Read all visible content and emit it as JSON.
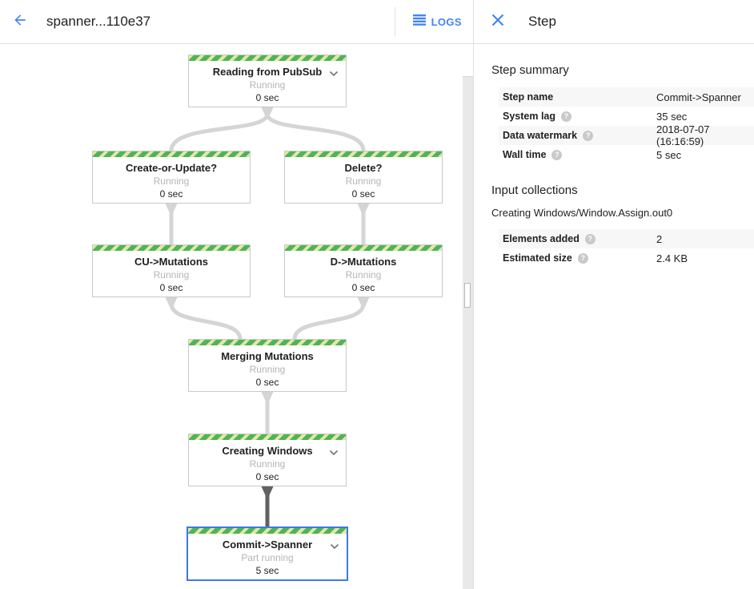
{
  "header": {
    "back_icon": "arrow-left-icon",
    "title": "spanner...110e37",
    "logs_button": {
      "icon": "logs-list-icon",
      "label": "LOGS"
    }
  },
  "panel": {
    "close_icon": "close-icon",
    "title": "Step",
    "step_summary": {
      "heading": "Step summary",
      "rows": [
        {
          "label": "Step name",
          "value": "Commit->Spanner"
        },
        {
          "label": "System lag",
          "value": "35 sec"
        },
        {
          "label": "Data watermark",
          "value": "2018-07-07 (16:16:59)"
        },
        {
          "label": "Wall time",
          "value": "5 sec"
        }
      ]
    },
    "input_collections": {
      "heading": "Input collections",
      "collection_name": "Creating Windows/Window.Assign.out0",
      "rows": [
        {
          "label": "Elements added",
          "value": "2"
        },
        {
          "label": "Estimated size",
          "value": "2.4 KB"
        }
      ]
    }
  },
  "graph": {
    "nodes": [
      {
        "title": "Reading from PubSub",
        "status": "Running",
        "time": "0 sec",
        "expandable": true,
        "selected": false
      },
      {
        "title": "Create-or-Update?",
        "status": "Running",
        "time": "0 sec",
        "expandable": false,
        "selected": false
      },
      {
        "title": "Delete?",
        "status": "Running",
        "time": "0 sec",
        "expandable": false,
        "selected": false
      },
      {
        "title": "CU->Mutations",
        "status": "Running",
        "time": "0 sec",
        "expandable": false,
        "selected": false
      },
      {
        "title": "D->Mutations",
        "status": "Running",
        "time": "0 sec",
        "expandable": false,
        "selected": false
      },
      {
        "title": "Merging Mutations",
        "status": "Running",
        "time": "0 sec",
        "expandable": false,
        "selected": false
      },
      {
        "title": "Creating Windows",
        "status": "Running",
        "time": "0 sec",
        "expandable": true,
        "selected": false
      },
      {
        "title": "Commit->Spanner",
        "status": "Part running",
        "time": "5 sec",
        "expandable": true,
        "selected": true
      }
    ],
    "colors": {
      "stripe_green": "#50b35c",
      "stripe_light": "#dfeaa0",
      "selected_border": "#3e78e8",
      "edge": "#d5d5d5",
      "edge_selected": "#616161",
      "accent_blue": "#4285f4"
    }
  }
}
